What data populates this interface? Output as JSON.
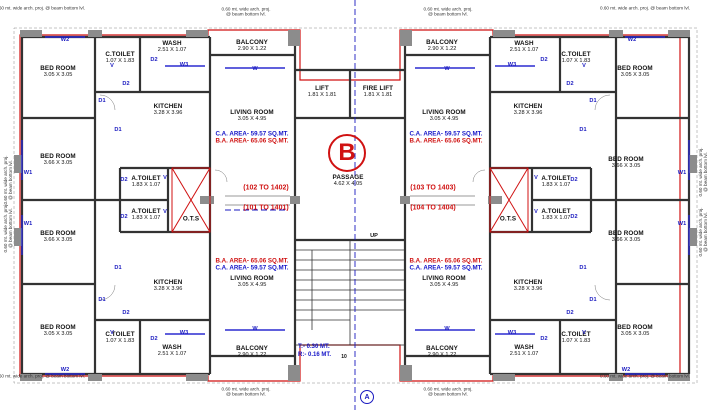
{
  "block_marker": "B",
  "axis_marker": "A",
  "rooms": {
    "bed_tl": {
      "name": "BED ROOM",
      "dim": "3.05 X 3.05"
    },
    "bed_ml1": {
      "name": "BED ROOM",
      "dim": "3.66 X 3.05"
    },
    "bed_ml2": {
      "name": "BED ROOM",
      "dim": "3.66 X 3.05"
    },
    "bed_bl": {
      "name": "BED ROOM",
      "dim": "3.05 X 3.05"
    },
    "bed_tr": {
      "name": "BED ROOM",
      "dim": "3.05 X 3.05"
    },
    "bed_mr1": {
      "name": "BED ROOM",
      "dim": "3.66 X 3.05"
    },
    "bed_mr2": {
      "name": "BED ROOM",
      "dim": "3.66 X 3.05"
    },
    "bed_br": {
      "name": "BED ROOM",
      "dim": "3.05 X 3.05"
    },
    "ctoilet_tl": {
      "name": "C.TOILET",
      "dim": "1.07 X 1.83"
    },
    "ctoilet_bl": {
      "name": "C.TOILET",
      "dim": "1.07 X 1.83"
    },
    "ctoilet_tr": {
      "name": "C.TOILET",
      "dim": "1.07 X 1.83"
    },
    "ctoilet_br": {
      "name": "C.TOILET",
      "dim": "1.07 X 1.83"
    },
    "wash_tl": {
      "name": "WASH",
      "dim": "2.51 X 1.07"
    },
    "wash_bl": {
      "name": "WASH",
      "dim": "2.51 X 1.07"
    },
    "wash_tr": {
      "name": "WASH",
      "dim": "2.51 X 1.07"
    },
    "wash_br": {
      "name": "WASH",
      "dim": "2.51 X 1.07"
    },
    "balcony_tl": {
      "name": "BALCONY",
      "dim": "2.90 X 1.22"
    },
    "balcony_bl": {
      "name": "BALCONY",
      "dim": "2.90 X 1.22"
    },
    "balcony_tr": {
      "name": "BALCONY",
      "dim": "2.90 X 1.22"
    },
    "balcony_br": {
      "name": "BALCONY",
      "dim": "2.90 X 1.22"
    },
    "kitchen_tl": {
      "name": "KITCHEN",
      "dim": "3.28 X 3.96"
    },
    "kitchen_bl": {
      "name": "KITCHEN",
      "dim": "3.28 X 3.96"
    },
    "kitchen_tr": {
      "name": "KITCHEN",
      "dim": "3.28 X 3.96"
    },
    "kitchen_br": {
      "name": "KITCHEN",
      "dim": "3.28 X 3.96"
    },
    "living_tl": {
      "name": "LIVING ROOM",
      "dim": "3.05 X 4.95"
    },
    "living_bl": {
      "name": "LIVING ROOM",
      "dim": "3.05 X 4.95"
    },
    "living_tr": {
      "name": "LIVING ROOM",
      "dim": "3.05 X 4.95"
    },
    "living_br": {
      "name": "LIVING ROOM",
      "dim": "3.05 X 4.95"
    },
    "atoilet_l1": {
      "name": "A.TOILET",
      "dim": "1.83 X 1.07"
    },
    "atoilet_l2": {
      "name": "A.TOILET",
      "dim": "1.83 X 1.07"
    },
    "atoilet_r1": {
      "name": "A.TOILET",
      "dim": "1.83 X 1.07"
    },
    "atoilet_r2": {
      "name": "A.TOILET",
      "dim": "1.83 X 1.07"
    },
    "ots_l": {
      "name": "O.T.S"
    },
    "ots_r": {
      "name": "O.T.S"
    },
    "lift": {
      "name": "LIFT",
      "dim": "1.81 X 1.81"
    },
    "fire_lift": {
      "name": "FIRE LIFT",
      "dim": "1.81 X 1.81"
    },
    "passage": {
      "name": "PASSAGE",
      "dim": "4.62 X 4.05"
    }
  },
  "areas": {
    "tl": {
      "ca": "C.A. AREA- 59.57 SQ.MT.",
      "ba": "B.A. AREA- 65.06 SQ.MT."
    },
    "tr": {
      "ca": "C.A. AREA- 59.57 SQ.MT.",
      "ba": "B.A. AREA- 65.06 SQ.MT."
    },
    "bl": {
      "ba": "B.A. AREA- 65.06 SQ.MT.",
      "ca": "C.A. AREA- 59.57 SQ.MT."
    },
    "br": {
      "ba": "B.A. AREA- 65.06 SQ.MT.",
      "ca": "C.A. AREA- 59.57 SQ.MT."
    }
  },
  "flat_numbers": {
    "tl": "(102 TO 1402)",
    "bl": "(101 TO 1401)",
    "tr": "(103 TO 1403)",
    "br": "(104 TO 1404)"
  },
  "stair": {
    "up": "UP",
    "tread": "T:- 0.30 MT.",
    "riser": "R:- 0.16 MT.",
    "count": "10"
  },
  "notes": {
    "arch": "0.60 mt. wide arch. proj.",
    "beam": "@ beam bottom lvl."
  },
  "opening_tags": {
    "W": "W",
    "W1": "W1",
    "W2": "W2",
    "W3": "W3",
    "V": "V",
    "D1": "D1",
    "D2": "D2"
  }
}
